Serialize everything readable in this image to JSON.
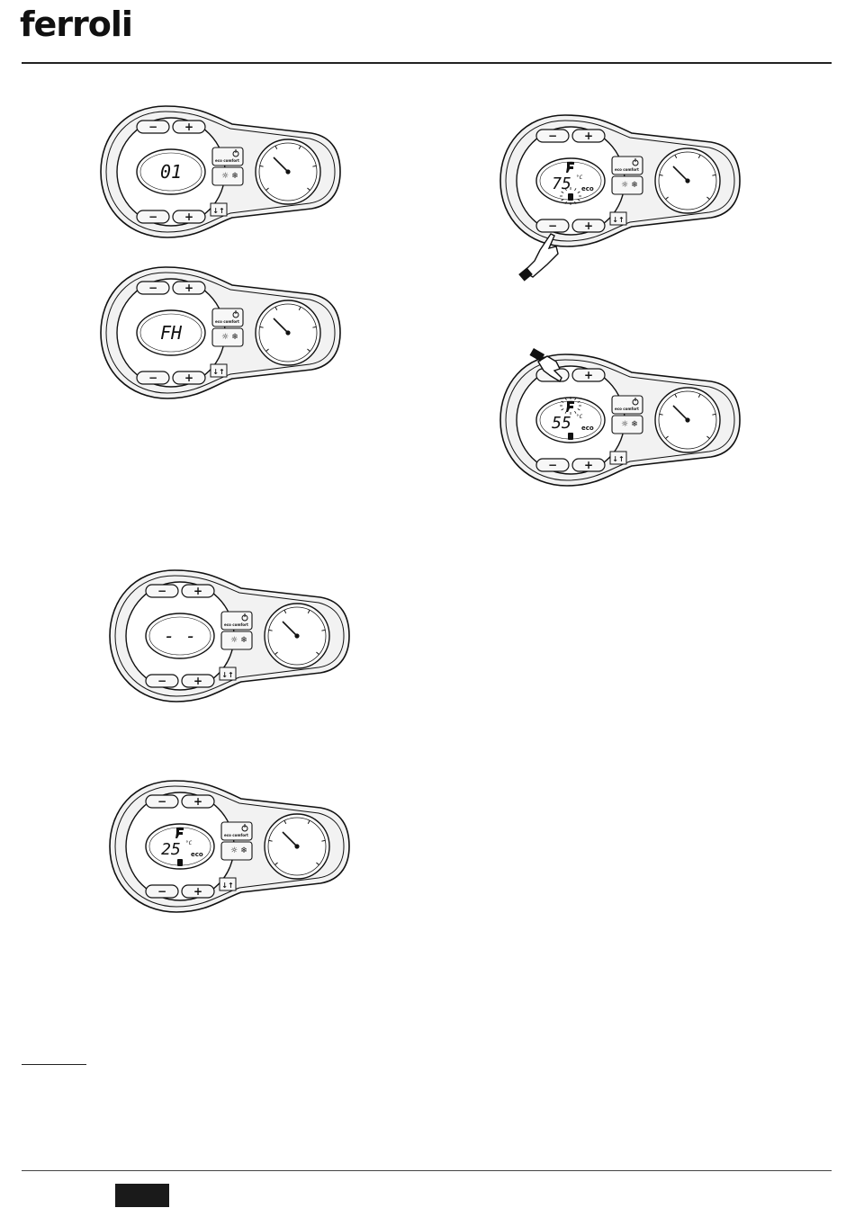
{
  "brand": {
    "logo_text": "ferroli"
  },
  "panels": [
    {
      "id": "panel-a",
      "display": "01",
      "temp_unit": "",
      "eco": "",
      "flame": false,
      "tank": false,
      "blink": false,
      "hand": ""
    },
    {
      "id": "panel-b",
      "display": "FH",
      "temp_unit": "",
      "eco": "",
      "flame": false,
      "tank": false,
      "blink": false,
      "hand": ""
    },
    {
      "id": "panel-c",
      "display": "- -",
      "temp_unit": "",
      "eco": "",
      "flame": false,
      "tank": false,
      "blink": false,
      "hand": ""
    },
    {
      "id": "panel-d",
      "display": "25",
      "temp_unit": "°C",
      "eco": "eco",
      "flame": true,
      "tank": true,
      "blink": false,
      "hand": ""
    },
    {
      "id": "panel-e",
      "display": "75",
      "temp_unit": "°C",
      "eco": "eco",
      "flame": true,
      "tank": true,
      "blink": true,
      "hand": "bottom"
    },
    {
      "id": "panel-f",
      "display": "55",
      "temp_unit": "°C",
      "eco": "eco",
      "flame": true,
      "tank": true,
      "blink": true,
      "hand": "top"
    }
  ],
  "buttons": {
    "minus": "−",
    "plus": "+",
    "eco_comfort": "eco comfort",
    "reset": "reset"
  },
  "colors": {
    "line": "#111111",
    "panel_fill": "#f2f2f2",
    "lcd_fill": "#ffffff",
    "button_fill": "#f7f7f7"
  }
}
